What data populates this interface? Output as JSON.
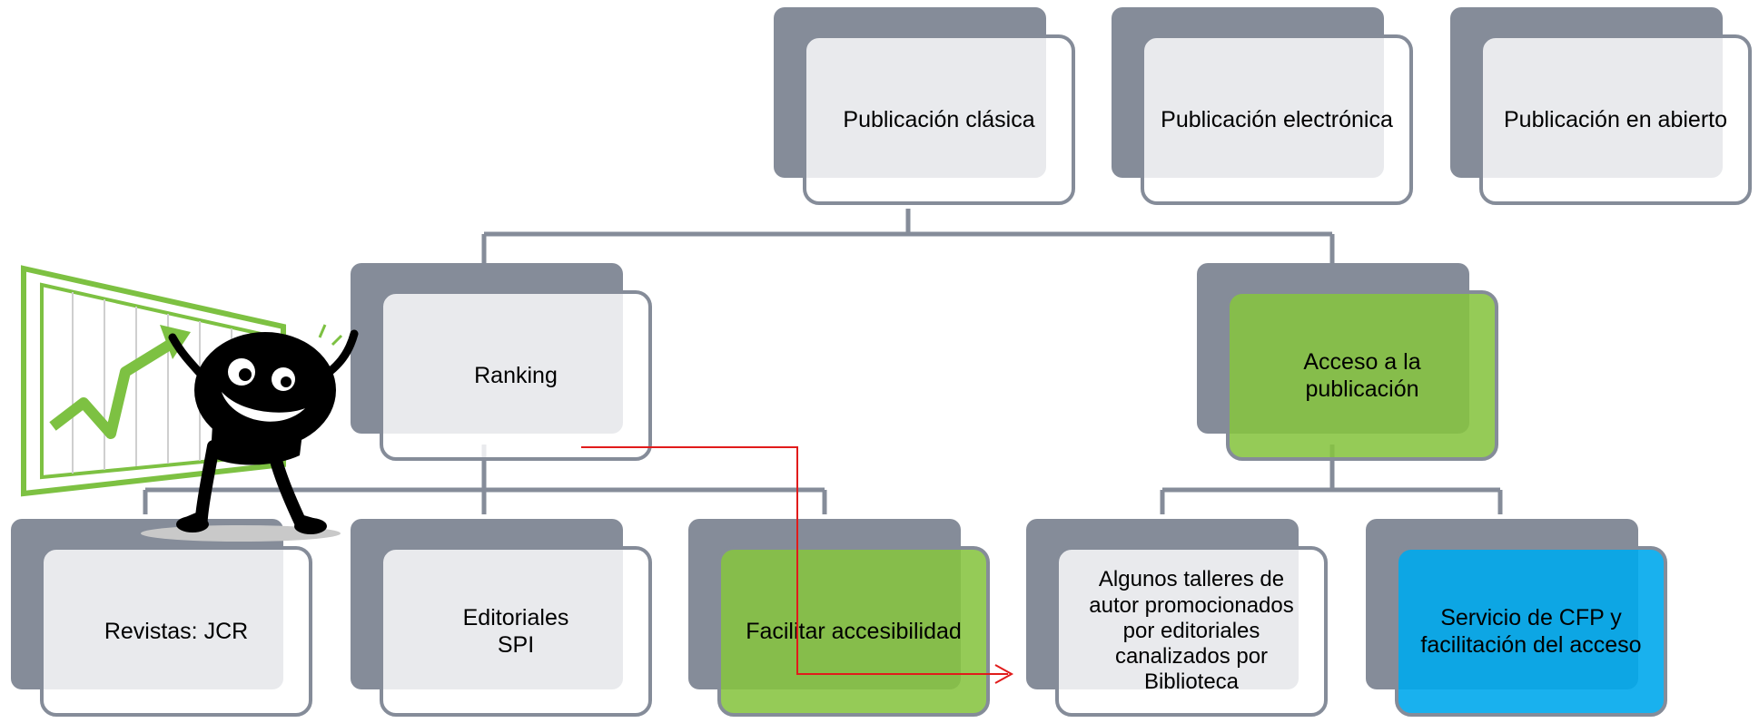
{
  "diagram": {
    "colors": {
      "connector": "#858c99",
      "highlight_green": "#86c440",
      "highlight_blue": "#00a9ec",
      "arrow": "#e11b1b"
    },
    "top_row": [
      {
        "label": "Publicación clásica"
      },
      {
        "label": "Publicación electrónica"
      },
      {
        "label": "Publicación en abierto"
      }
    ],
    "middle": {
      "ranking": {
        "label": "Ranking"
      },
      "access": {
        "label": "Acceso a la publicación"
      }
    },
    "bottom_row": [
      {
        "label": "Revistas: JCR"
      },
      {
        "label": "Editoriales\nSPI"
      },
      {
        "label": "Facilitar accesibilidad"
      },
      {
        "label": "Algunos talleres de autor promocionados por editoriales canalizados por Biblioteca"
      },
      {
        "label": "Servicio de CFP y facilitación del acceso"
      }
    ],
    "illustration": {
      "icon": "cartoon-mascot-with-rising-chart"
    }
  }
}
